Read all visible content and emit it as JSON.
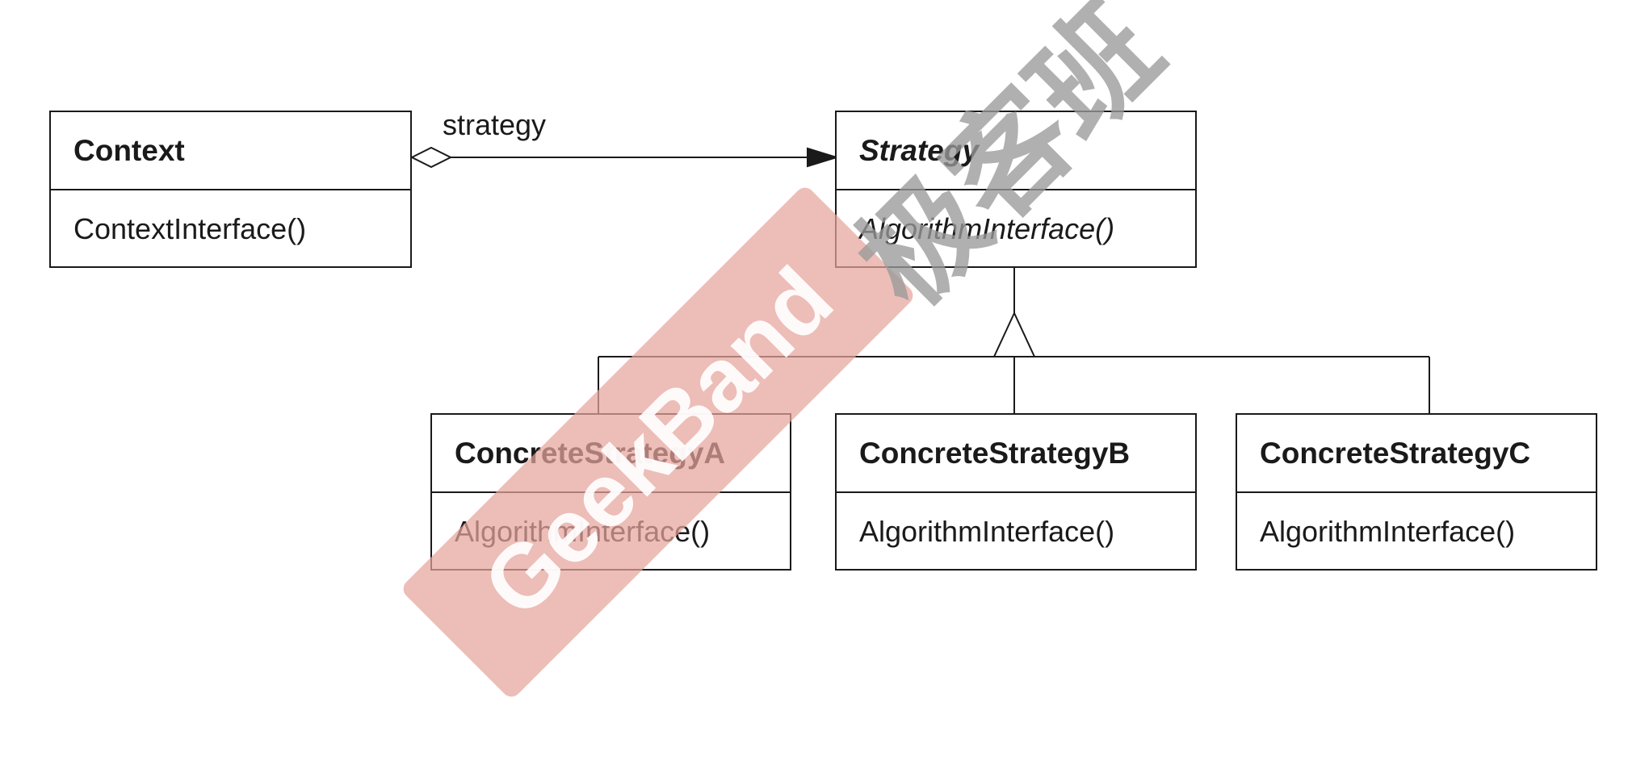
{
  "classes": {
    "context": {
      "name": "Context",
      "operation": "ContextInterface()"
    },
    "strategy": {
      "name": "Strategy",
      "operation": "AlgorithmInterface()",
      "abstract": true
    },
    "concrete_a": {
      "name": "ConcreteStrategyA",
      "operation": "AlgorithmInterface()"
    },
    "concrete_b": {
      "name": "ConcreteStrategyB",
      "operation": "AlgorithmInterface()"
    },
    "concrete_c": {
      "name": "ConcreteStrategyC",
      "operation": "AlgorithmInterface()"
    }
  },
  "relations": {
    "aggregation_label": "strategy"
  },
  "watermark": {
    "band_text": "GeekBand",
    "cn_text": "极客班",
    "band_color": "#e6a49c",
    "cn_color": "#9a9a9a"
  }
}
